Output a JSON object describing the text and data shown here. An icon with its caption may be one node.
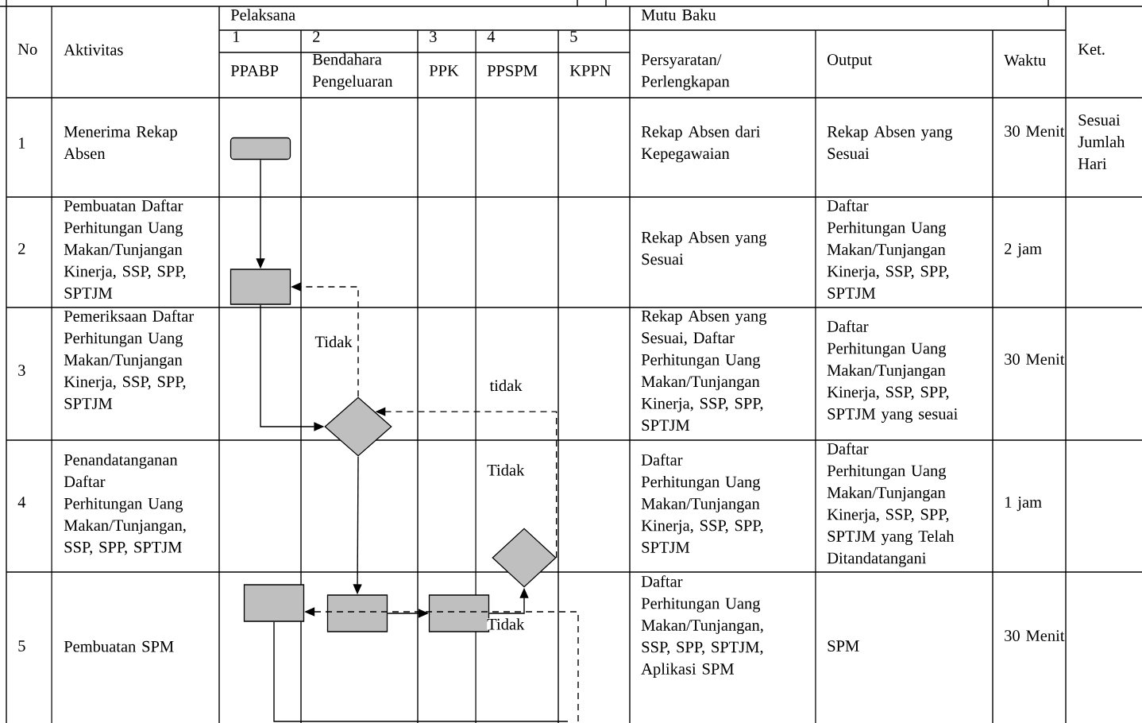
{
  "diagram": {
    "nodes": [
      {
        "text": [],
        "shape": "box"
      },
      {
        "text": [],
        "shape": "box"
      },
      {
        "text": [],
        "shape": "diamond"
      },
      {
        "text": [],
        "shape": "diamond"
      },
      {
        "text": [],
        "shape": "box"
      },
      {
        "text": [],
        "shape": "box"
      },
      {
        "text": [],
        "shape": "box"
      }
    ],
    "edges": [
      {
        "from": 0,
        "to": 1,
        "arrow": "to"
      },
      {
        "from": 1,
        "to": 2,
        "arrow": "to"
      },
      {
        "from": 2,
        "to": 1,
        "arrow": "to",
        "style": "dashed",
        "label": "Tidak"
      },
      {
        "from": 3,
        "to": 2,
        "arrow": "to",
        "style": "dashed",
        "label": "tidak"
      },
      {
        "from": 2,
        "to": 5,
        "arrow": "to"
      },
      {
        "from": null,
        "to": 4,
        "arrow": "to",
        "style": "dashed"
      },
      {
        "from": 5,
        "to": 6,
        "arrow": "to"
      },
      {
        "from": 6,
        "to": 3,
        "arrow": "to"
      },
      {
        "from": 4,
        "to": null,
        "arrow": "none"
      }
    ],
    "labels": [
      "No",
      "Aktivitas",
      "Pelaksana",
      "Mutu Baku",
      "Ket.",
      "1",
      "2",
      "3",
      "4",
      "5",
      "Persyaratan/ Perlengkapan",
      "Output",
      "Waktu",
      "PPABP",
      "Bendahara Pengeluaran",
      "PPK",
      "PPSPM",
      "KPPN",
      "1",
      "Menerima Rekap Absen",
      "Rekap Absen dari Kepegawaian",
      "Rekap Absen yang Sesuai",
      "30 Menit",
      "Sesuai Jumlah Hari",
      "2",
      "Pembuatan Daftar Perhitungan Uang Makan/Tunjangan Kinerja, SSP, SPP, SPTJM",
      "Rekap Absen yang Sesuai",
      "Daftar Perhitungan Uang Makan/Tunjangan Kinerja, SSP, SPP, SPTJM",
      "2 jam",
      "3",
      "Pemeriksaan Daftar Perhitungan Uang Makan/Tunjangan Kinerja, SSP, SPP, SPTJM",
      "Rekap Absen yang Sesuai, Daftar Perhitungan Uang Makan/Tunjangan Kinerja, SSP, SPP, SPTJM",
      "Daftar Perhitungan Uang Makan/Tunjangan Kinerja, SSP, SPP, SPTJM yang sesuai",
      "30 Menit",
      "4",
      "Penandatanganan Daftar Perhitungan Uang Makan/Tunjangan, SSP, SPP, SPTJM",
      "Daftar Perhitungan Uang Makan/Tunjangan Kinerja, SSP, SPP, SPTJM",
      "Daftar Perhitungan Uang Makan/Tunjangan Kinerja, SSP, SPP, SPTJM yang Telah Ditandatangani",
      "1 jam",
      "5",
      "Pembuatan SPM",
      "Daftar Perhitungan Uang Makan/Tunjangan, SSP, SPP, SPTJM, Aplikasi SPM",
      "SPM",
      "30 Menit",
      "Tidak",
      "Tidak"
    ]
  }
}
